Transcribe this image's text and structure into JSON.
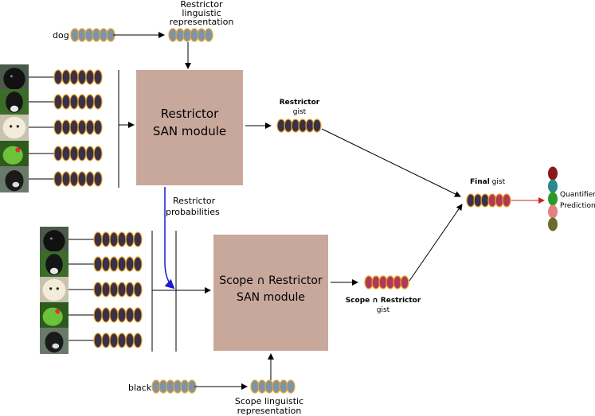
{
  "restrictor_linguistic": {
    "label_line1": "Restrictor",
    "label_line2": "linguistic",
    "label_line3": "representation",
    "word": "dog"
  },
  "scope_linguistic": {
    "label_line1": "Scope linguistic",
    "label_line2": "representation",
    "word": "black"
  },
  "restrictor_module": {
    "line1": "Restrictor",
    "line2": "SAN module"
  },
  "scope_module": {
    "line1": "Scope ∩ Restrictor",
    "line2": "SAN module"
  },
  "restrictor_gist": {
    "bold": "Restrictor",
    "sub": "gist"
  },
  "scope_gist": {
    "bold": "Scope ∩ Restrictor",
    "sub": "gist"
  },
  "final_gist": {
    "bold": "Final",
    "rest": " gist"
  },
  "restrictor_probs": {
    "line1": "Restrictor",
    "line2": "probabilities"
  },
  "quantifier": {
    "line1": "Quantifier",
    "line2": "Prediction"
  },
  "image_icons": [
    "black-dog-photo",
    "dog-on-grass-photo",
    "white-puppy-photo",
    "green-parrot-photo",
    "black-white-dog-photo"
  ],
  "colors": {
    "module_fill": "#c9a89c",
    "embedding_blue": "#7f93a8",
    "embedding_dark": "#3a3048",
    "embedding_rim": "#e8a82c",
    "scope_gist": "#b03a55",
    "prob_arrow": "#1a1acc",
    "pred_arrow": "#cc2222",
    "output_dots": [
      "#8b1a1a",
      "#2a8a8a",
      "#2a9a2a",
      "#e58080",
      "#6b6b2a"
    ]
  }
}
